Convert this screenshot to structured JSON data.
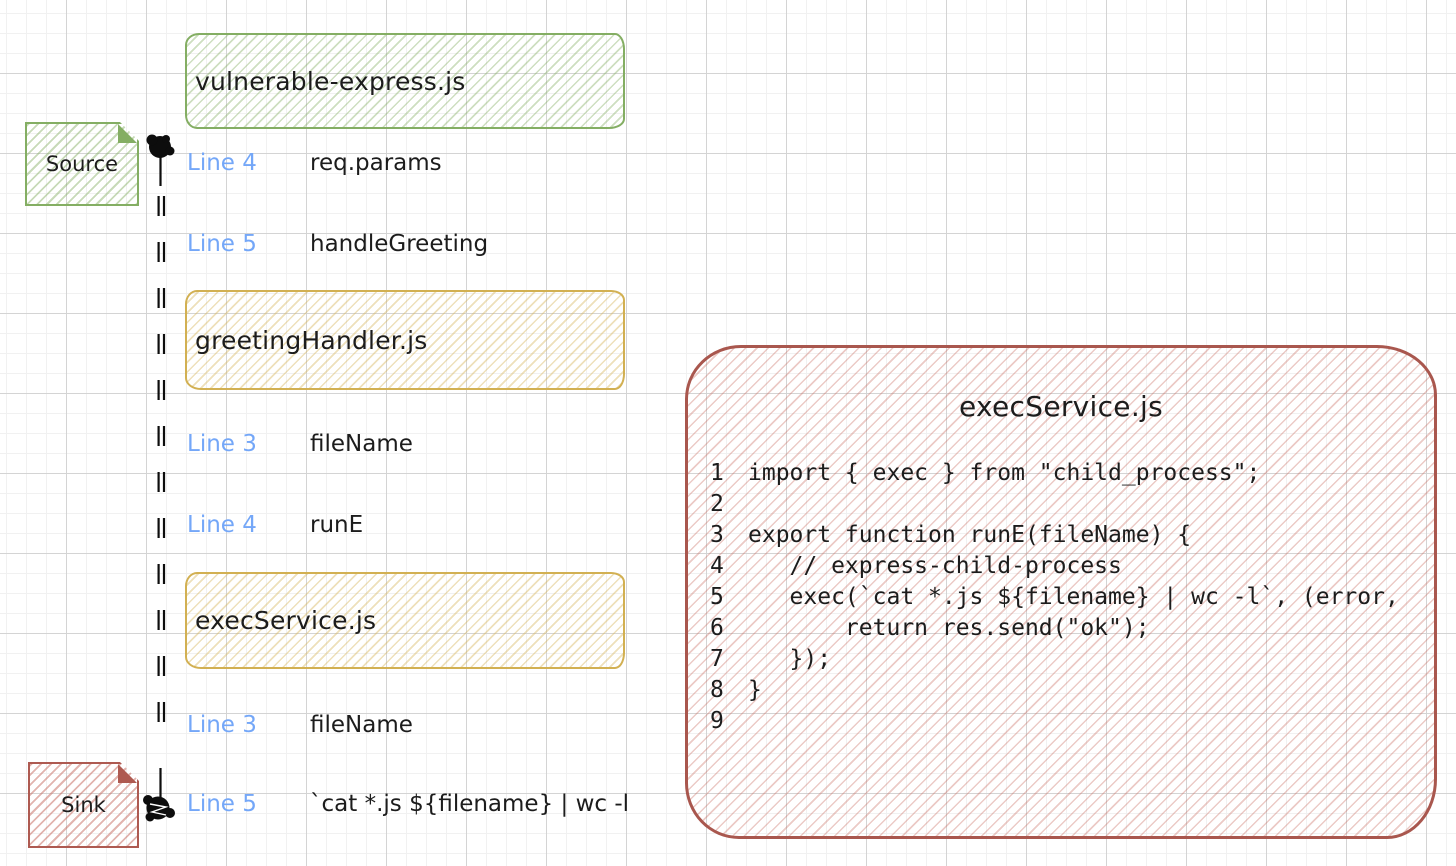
{
  "colors": {
    "green": "#84ae63",
    "yellow": "#d2b052",
    "red": "#ae5a51",
    "blue": "#74a7f8",
    "ink": "#1c1c1c"
  },
  "flow": {
    "top_file": {
      "label": "vulnerable-express.js"
    },
    "source": {
      "label": "Source"
    },
    "sink": {
      "label": "Sink"
    },
    "rows": [
      {
        "line": "Line 4",
        "value": "req.params"
      },
      {
        "line": "Line 5",
        "value": "handleGreeting"
      },
      {
        "line": "Line 3",
        "value": "fileName"
      },
      {
        "line": "Line 4",
        "value": "runE"
      },
      {
        "line": "Line 3",
        "value": "fileName"
      },
      {
        "line": "Line 5",
        "value": "`cat *.js ${filename} | wc -l"
      }
    ],
    "file_boxes": [
      {
        "label": "greetingHandler.js"
      },
      {
        "label": "execService.js"
      }
    ]
  },
  "code_panel": {
    "title": "execService.js",
    "lines": [
      {
        "num": "1",
        "code": "import { exec } from \"child_process\";"
      },
      {
        "num": "2",
        "code": ""
      },
      {
        "num": "3",
        "code": "export function runE(fileName) {"
      },
      {
        "num": "4",
        "code": "   // express-child-process"
      },
      {
        "num": "5",
        "code": "   exec(`cat *.js ${filename} | wc -l`, (error,"
      },
      {
        "num": "6",
        "code": "       return res.send(\"ok\");"
      },
      {
        "num": "7",
        "code": "   });"
      },
      {
        "num": "8",
        "code": "}"
      },
      {
        "num": "9",
        "code": ""
      }
    ]
  }
}
